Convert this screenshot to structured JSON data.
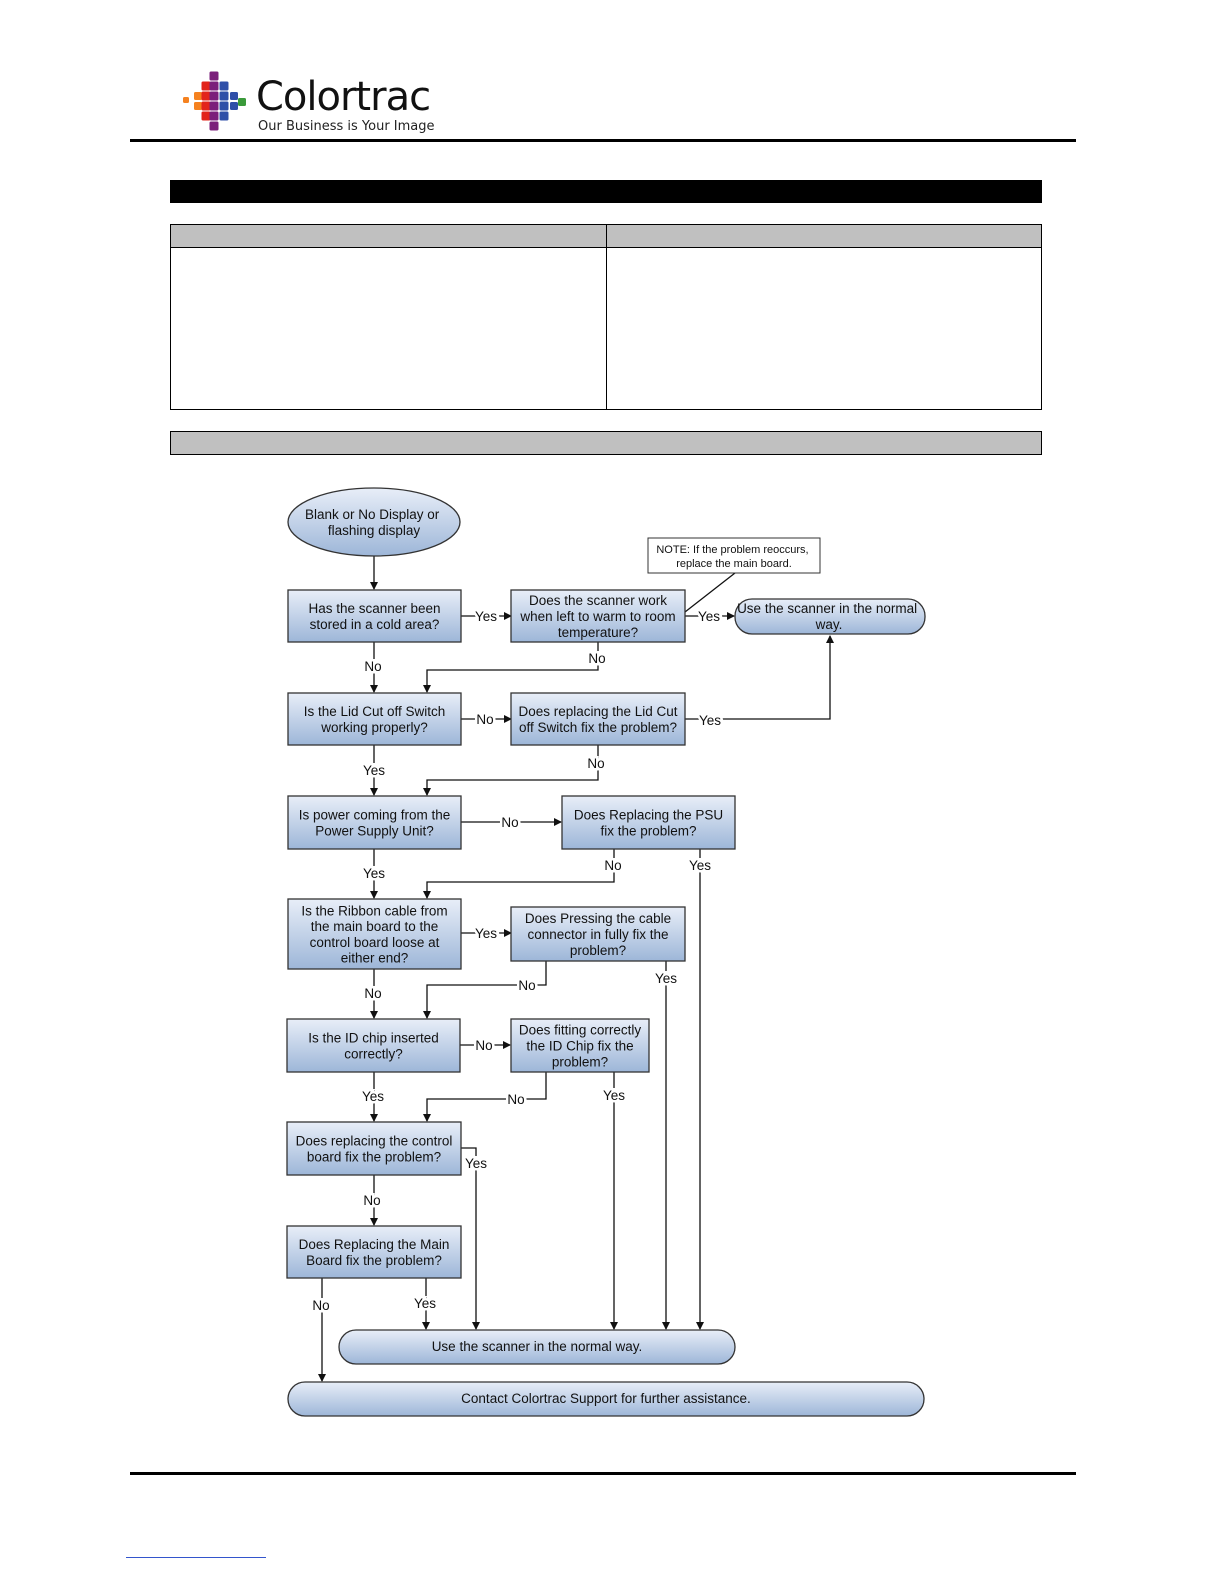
{
  "header": {
    "logo_name": "Colortrac",
    "logo_tagline": "Our Business is Your Image",
    "brand_colors": [
      "#e2231a",
      "#f58220",
      "#7b1f7b",
      "#2f4fa8",
      "#3a9a3a"
    ]
  },
  "flowchart": {
    "start": "Blank or No Display or flashing display",
    "note": [
      "NOTE: If the problem reoccurs,",
      "replace the main board."
    ],
    "q1": [
      "Has the scanner been",
      "stored in a cold area?"
    ],
    "q1b": [
      "Does the scanner work",
      "when left to warm to room",
      "temperature?"
    ],
    "use_normal_top": [
      "Use the scanner in the normal",
      "way."
    ],
    "q2": [
      "Is the Lid Cut off Switch",
      "working properly?"
    ],
    "q2b": [
      "Does replacing the Lid Cut",
      "off Switch fix the problem?"
    ],
    "q3": [
      "Is power coming from the",
      "Power Supply Unit?"
    ],
    "q3b": [
      "Does Replacing the PSU",
      "fix the problem?"
    ],
    "q4": [
      "Is the Ribbon cable from",
      "the main board to the",
      "control board loose at",
      "either end?"
    ],
    "q4b": [
      "Does Pressing the cable",
      "connector in fully fix the",
      "problem?"
    ],
    "q5": [
      "Is the ID chip inserted",
      "correctly?"
    ],
    "q5b": [
      "Does fitting correctly",
      "the ID Chip fix the",
      "problem?"
    ],
    "q6": [
      "Does replacing the control",
      "board fix the problem?"
    ],
    "q7": [
      "Does Replacing the Main",
      "Board fix the problem?"
    ],
    "use_normal_bottom": "Use the scanner in the normal way.",
    "contact": "Contact Colortrac Support for further assistance.",
    "yes": "Yes",
    "no": "No"
  }
}
